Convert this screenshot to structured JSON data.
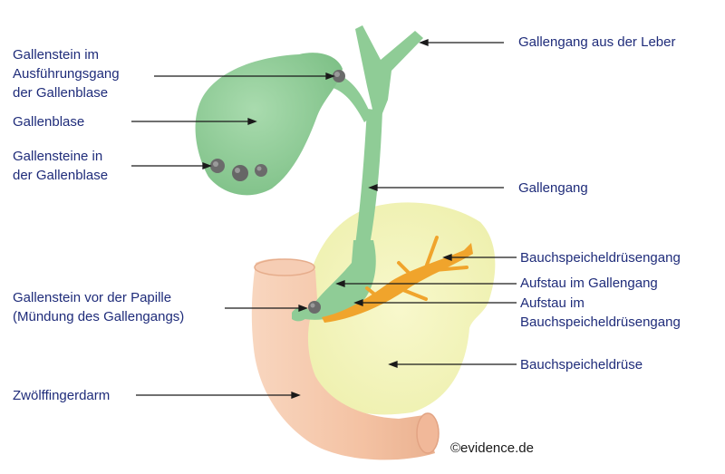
{
  "labels": {
    "stone_duct": [
      "Gallenstein im",
      "Ausführungsgang",
      "der Gallenblase"
    ],
    "gallbladder": "Gallenblase",
    "stones_in_gb": [
      "Gallensteine in",
      "der Gallenblase"
    ],
    "duct_from_liver": "Gallengang aus der Leber",
    "bile_duct": "Gallengang",
    "pancreatic_duct": "Bauchspeicheldrüsengang",
    "backflow_bile": "Aufstau im Gallengang",
    "backflow_pancreatic": [
      "Aufstau im",
      "Bauchspeicheldrüsengang"
    ],
    "stone_papilla": [
      "Gallenstein vor der Papille",
      "(Mündung des Gallengangs)"
    ],
    "pancreas": "Bauchspeicheldrüse",
    "duodenum": "Zwölffingerdarm"
  },
  "copyright": "©evidence.de",
  "colors": {
    "label_text": "#1f2c7a",
    "gallbladder": "#8fcc96",
    "pancreas": "#f3f4b8",
    "duodenum": "#f5c7aa",
    "pancreatic_duct": "#f0a42c",
    "stones": "#6b6b6b"
  }
}
